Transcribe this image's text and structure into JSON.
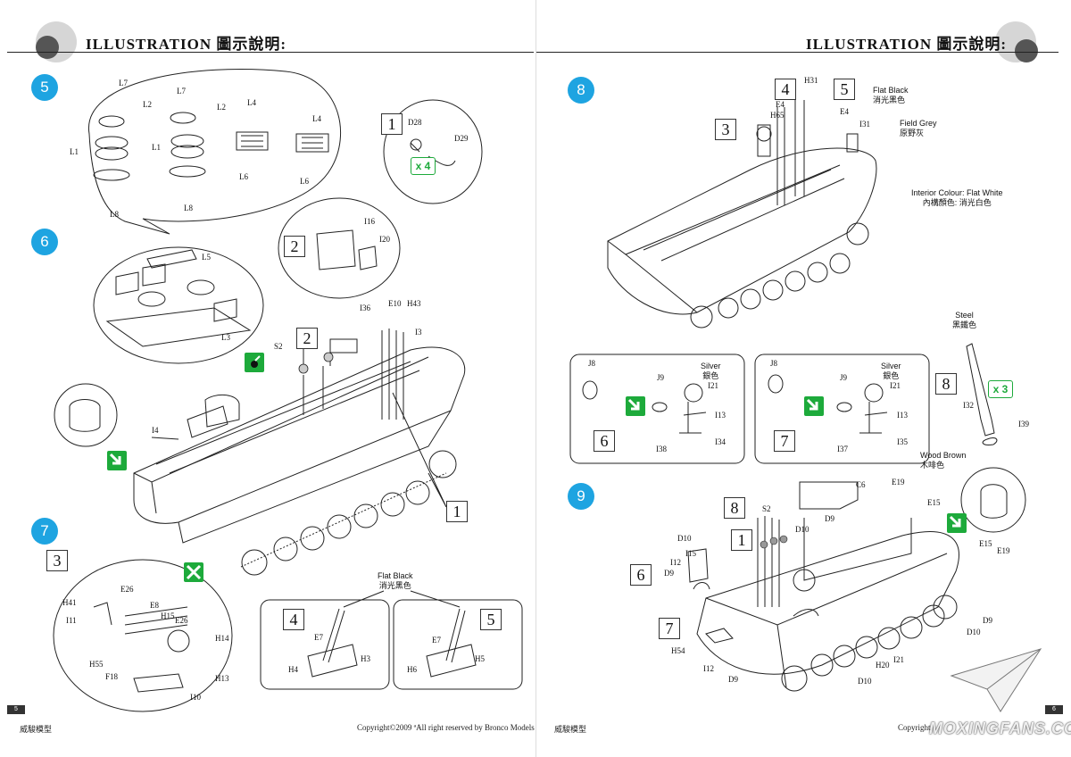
{
  "left_page": {
    "header_title": "ILLUSTRATION  圖示說明:",
    "steps": [
      "5",
      "6",
      "7"
    ],
    "part_boxes": {
      "b1": "1",
      "b2": "2",
      "b2b": "2",
      "b1b": "1",
      "b3": "3",
      "b4": "4",
      "b5": "5"
    },
    "x4_label": "x 4",
    "paint_note": {
      "en": "Flat Black",
      "cn": "消光黑色"
    },
    "labels": {
      "L7a": "L7",
      "L2a": "L2",
      "L1a": "L1",
      "L8a": "L8",
      "L7b": "L7",
      "L2b": "L2",
      "L1b": "L1",
      "L8b": "L8",
      "L4a": "L4",
      "L6a": "L6",
      "L4b": "L4",
      "L6b": "L6",
      "D28": "D28",
      "D29": "D29",
      "I16": "I16",
      "I20": "I20",
      "L5": "L5",
      "L3": "L3",
      "I36": "I36",
      "E10": "E10",
      "H43": "H43",
      "I3": "I3",
      "S2": "S2",
      "I4": "I4",
      "H41": "H41",
      "E26a": "E26",
      "E8": "E8",
      "H15": "H15",
      "E26b": "E26",
      "I11": "I11",
      "H55": "H55",
      "F18": "F18",
      "H14": "H14",
      "H13": "H13",
      "I10": "I10",
      "E7a": "E7",
      "H4": "H4",
      "H3": "H3",
      "E7b": "E7",
      "H6": "H6",
      "H5": "H5"
    },
    "page_number": "5",
    "footer_brand": "威駿模型",
    "footer_copyright": "Copyright©2009  ªAll right reserved by Bronco Models"
  },
  "right_page": {
    "header_title": "ILLUSTRATION  圖示說明:",
    "steps": [
      "8",
      "9"
    ],
    "part_boxes": {
      "b4": "4",
      "b5": "5",
      "b3": "3",
      "b6": "6",
      "b7": "7",
      "b8": "8",
      "b8b": "8",
      "b1": "1",
      "b6b": "6",
      "b7b": "7"
    },
    "x3_label": "x 3",
    "notes": {
      "flat_black_en": "Flat Black",
      "flat_black_cn": "消光黑色",
      "field_grey_en": "Field Grey",
      "field_grey_cn": "原野灰",
      "interior_en": "Interior Colour: Flat White",
      "interior_cn": "內構顏色: 消光白色",
      "silver1_en": "Silver",
      "silver1_cn": "銀色",
      "silver2_en": "Silver",
      "silver2_cn": "銀色",
      "steel_en": "Steel",
      "steel_cn": "黑鐵色",
      "wood_en": "Wood Brown",
      "wood_cn": "木啡色"
    },
    "labels": {
      "H31": "H31",
      "E4a": "E4",
      "E4b": "E4",
      "H65": "H65",
      "I31": "I31",
      "J8a": "J8",
      "J9a": "J9",
      "I21a": "I21",
      "I13a": "I13",
      "I38": "I38",
      "I34": "I34",
      "J8b": "J8",
      "J9b": "J9",
      "I21b": "I21",
      "I13b": "I13",
      "I37": "I37",
      "I35": "I35",
      "I32": "I32",
      "I39": "I39",
      "C6": "C6",
      "E19a": "E19",
      "E15a": "E15",
      "D9a": "D9",
      "D10a": "D10",
      "S2": "S2",
      "D10b": "D10",
      "I15": "I15",
      "I12a": "I12",
      "D9b": "D9",
      "E15b": "E15",
      "E19b": "E19",
      "D9c": "D9",
      "D10c": "D10",
      "H54": "H54",
      "I12b": "I12",
      "D9d": "D9",
      "H20": "H20",
      "I21": "I21",
      "D10d": "D10"
    },
    "page_number": "6",
    "footer_brand": "威駿模型",
    "footer_copyright": "Copyright",
    "watermark": "MOXINGFANS.COM"
  },
  "colors": {
    "step_blue": "#1ea4e1",
    "green": "#1daa3b",
    "line": "#222222"
  }
}
